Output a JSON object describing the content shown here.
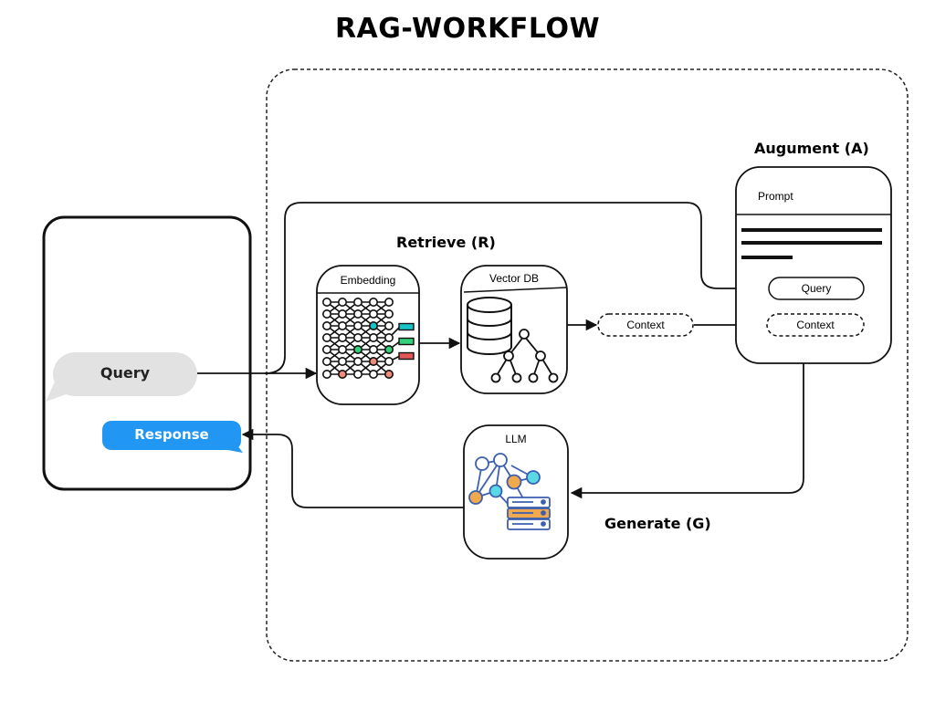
{
  "title": "RAG-WORKFLOW",
  "stages": {
    "retrieve": "Retrieve (R)",
    "augment": "Augument (A)",
    "generate": "Generate (G)"
  },
  "chat": {
    "query": "Query",
    "response": "Response"
  },
  "boxes": {
    "embedding": "Embedding",
    "vector_db": "Vector DB",
    "prompt": "Prompt",
    "llm": "LLM"
  },
  "pills": {
    "context_retrieved": "Context",
    "prompt_query": "Query",
    "prompt_context": "Context"
  },
  "colors": {
    "query_bubble": "#e2e2e2",
    "response_bubble": "#2196f3",
    "teal": "#17c3c8",
    "green": "#34d07a",
    "red": "#e05555",
    "salmon": "#f08a7c",
    "orange": "#f0a94c",
    "cyan_node": "#5ad8e6",
    "llm_blue": "#3c5fb0"
  }
}
